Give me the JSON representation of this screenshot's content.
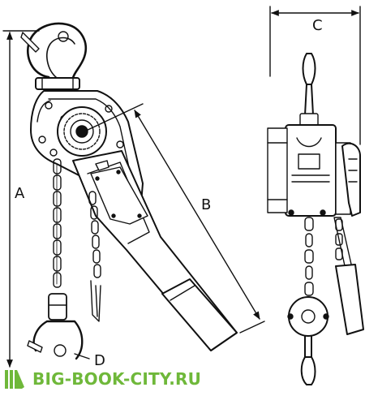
{
  "labels": {
    "A": "A",
    "B": "B",
    "C": "C",
    "D": "D"
  },
  "watermark": {
    "text": "BIG-BOOK-CITY.RU",
    "color": "#6fb83a"
  }
}
